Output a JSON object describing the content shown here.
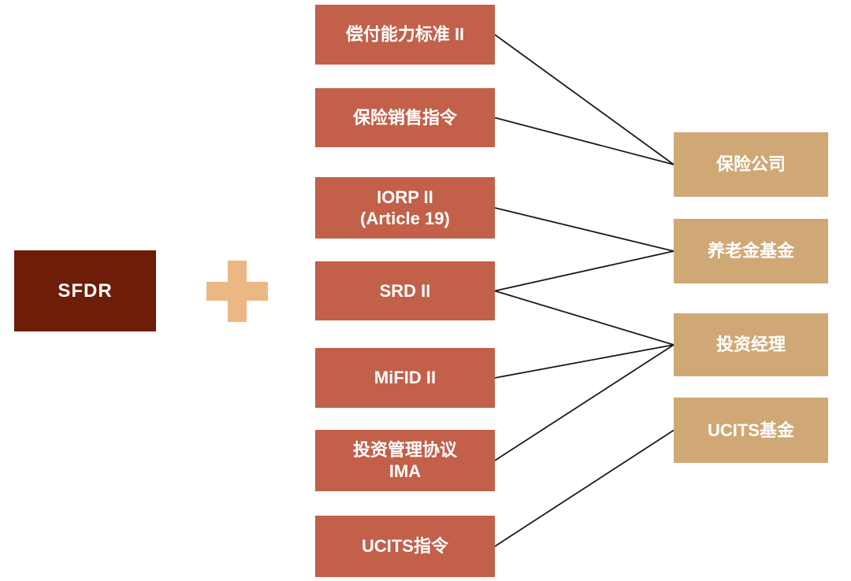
{
  "diagram": {
    "colors": {
      "regulation": "#C2604A",
      "entity": "#CFA875",
      "root": "#6E1D08",
      "plus": "#EBB885",
      "line": "#1A1A1A",
      "background": "#FFFFFF"
    },
    "root": {
      "id": "sfdr",
      "label": "SFDR"
    },
    "plus_icon": {
      "glyph": "+",
      "meaning": "plus-combination"
    },
    "regulations": [
      {
        "id": "solvency2",
        "lines": [
          "偿付能力标准 II"
        ]
      },
      {
        "id": "idd",
        "lines": [
          "保险销售指令"
        ]
      },
      {
        "id": "iorp2",
        "lines": [
          "IORP II",
          "(Article 19)"
        ]
      },
      {
        "id": "srd2",
        "lines": [
          "SRD II"
        ]
      },
      {
        "id": "mifid2",
        "lines": [
          "MiFID II"
        ]
      },
      {
        "id": "ima",
        "lines": [
          "投资管理协议",
          "IMA"
        ]
      },
      {
        "id": "ucitsdir",
        "lines": [
          "UCITS指令"
        ]
      }
    ],
    "entities": [
      {
        "id": "insurers",
        "label": "保险公司"
      },
      {
        "id": "pension",
        "label": "养老金基金"
      },
      {
        "id": "invmgr",
        "label": "投资经理"
      },
      {
        "id": "ucitsfund",
        "label": "UCITS基金"
      }
    ],
    "edges": [
      {
        "from": "solvency2",
        "to": "insurers"
      },
      {
        "from": "idd",
        "to": "insurers"
      },
      {
        "from": "iorp2",
        "to": "pension"
      },
      {
        "from": "srd2",
        "to": "pension"
      },
      {
        "from": "srd2",
        "to": "invmgr"
      },
      {
        "from": "mifid2",
        "to": "invmgr"
      },
      {
        "from": "ima",
        "to": "invmgr"
      },
      {
        "from": "ucitsdir",
        "to": "ucitsfund"
      }
    ]
  }
}
